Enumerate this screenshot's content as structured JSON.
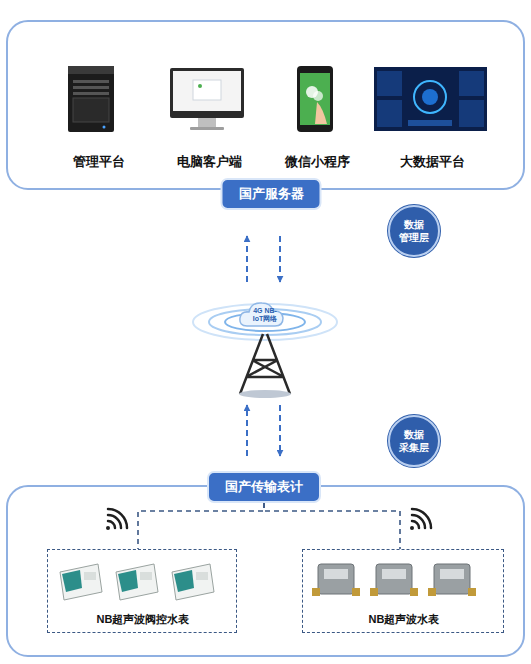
{
  "diagram": {
    "nodes": [
      {
        "text": [
          "管理平台",
          "电脑客户端",
          "微信小程序",
          "大数据平台",
          "国产服务器"
        ]
      },
      {
        "text": [
          "数据 管理层"
        ]
      },
      {
        "text": [
          "4G NB-IoT网络"
        ]
      },
      {
        "text": [
          "数据 采集层"
        ]
      },
      {
        "text": [
          "国产传输表计"
        ]
      },
      {
        "text": [
          "NB超声波阀控水表"
        ],
        "in": 4
      },
      {
        "text": [
          "NB超声波水表"
        ],
        "in": 4
      }
    ],
    "edges": [
      {
        "from": 2,
        "to": 0,
        "arrow": "to"
      },
      {
        "from": 0,
        "to": 2,
        "arrow": "to"
      },
      {
        "from": 4,
        "to": 2,
        "arrow": "to"
      },
      {
        "from": 2,
        "to": 4,
        "arrow": "to"
      },
      {
        "from": 4,
        "to": 5,
        "arrow": "none"
      },
      {
        "from": 4,
        "to": 6,
        "arrow": "none"
      }
    ]
  }
}
